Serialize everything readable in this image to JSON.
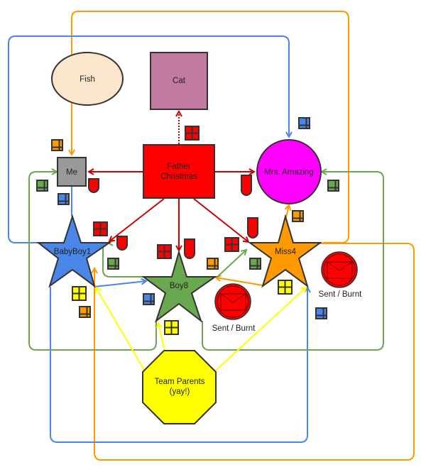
{
  "diagram": {
    "colors": {
      "red": "#cc0000",
      "blue": "#4a86e8",
      "orange": "#ff9900",
      "green": "#6aa84f",
      "yellow": "#ffff00"
    },
    "nodes": {
      "fish": {
        "label": "Fish",
        "fill": "#fce5cd"
      },
      "cat": {
        "label": "Cat",
        "fill": "#c27ba0"
      },
      "me": {
        "label": "Me",
        "fill": "#999999"
      },
      "father_christmas": {
        "label_line1": "Father",
        "label_line2": "Christmas",
        "fill": "#ff0000"
      },
      "mrs_amazing": {
        "label": "Mrs. Amazing",
        "fill": "#ff00ff"
      },
      "babyboy1": {
        "label": "BabyBoy1",
        "fill": "#4a86e8"
      },
      "boy8": {
        "label": "Boy8",
        "fill": "#6aa84f"
      },
      "miss4": {
        "label": "Miss4",
        "fill": "#ff9900"
      },
      "team_parents": {
        "label_line1": "Team Parents",
        "label_line2": "(yay!)",
        "fill": "#ffff00"
      },
      "sent_burnt_1": {
        "label": "Sent / Burnt",
        "fill": "#ff0000"
      },
      "sent_burnt_2": {
        "label": "Sent / Burnt",
        "fill": "#ff0000"
      }
    },
    "edges": [
      {
        "from": "Father Christmas",
        "to": "Cat",
        "color": "red",
        "style": "dotted"
      },
      {
        "from": "Father Christmas",
        "to": "Me",
        "color": "red"
      },
      {
        "from": "Father Christmas",
        "to": "Mrs. Amazing",
        "color": "red"
      },
      {
        "from": "Father Christmas",
        "to": "BabyBoy1",
        "color": "red"
      },
      {
        "from": "Father Christmas",
        "to": "Boy8",
        "color": "red"
      },
      {
        "from": "Father Christmas",
        "to": "Miss4",
        "color": "red"
      },
      {
        "from": "Miss4",
        "to": "Me",
        "color": "orange"
      },
      {
        "from": "Miss4",
        "to": "Mrs. Amazing",
        "color": "orange"
      },
      {
        "from": "Miss4",
        "to": "Boy8",
        "color": "orange"
      },
      {
        "from": "Miss4",
        "to": "BabyBoy1",
        "color": "orange"
      },
      {
        "from": "BabyBoy1",
        "to": "Mrs. Amazing",
        "color": "blue"
      },
      {
        "from": "BabyBoy1",
        "to": "Me",
        "color": "blue"
      },
      {
        "from": "BabyBoy1",
        "to": "Boy8",
        "color": "blue"
      },
      {
        "from": "BabyBoy1",
        "to": "Miss4",
        "color": "blue"
      },
      {
        "from": "Boy8",
        "to": "Me",
        "color": "green"
      },
      {
        "from": "Boy8",
        "to": "Mrs. Amazing",
        "color": "green"
      },
      {
        "from": "Boy8",
        "to": "BabyBoy1",
        "color": "green"
      },
      {
        "from": "Boy8",
        "to": "Miss4",
        "color": "green"
      },
      {
        "from": "Team Parents",
        "to": "BabyBoy1",
        "color": "yellow"
      },
      {
        "from": "Team Parents",
        "to": "Boy8",
        "color": "yellow"
      },
      {
        "from": "Team Parents",
        "to": "Miss4",
        "color": "yellow"
      }
    ],
    "gift_icons": [
      {
        "color": "orange",
        "kind": "partial"
      },
      {
        "color": "red",
        "kind": "full"
      },
      {
        "color": "blue",
        "kind": "partial"
      },
      {
        "color": "green",
        "kind": "partial"
      },
      {
        "color": "blue",
        "kind": "partial"
      },
      {
        "color": "green",
        "kind": "partial"
      },
      {
        "color": "red",
        "kind": "full"
      },
      {
        "color": "red",
        "kind": "full"
      },
      {
        "color": "red",
        "kind": "full"
      },
      {
        "color": "orange",
        "kind": "partial"
      },
      {
        "color": "green",
        "kind": "partial"
      },
      {
        "color": "orange",
        "kind": "partial"
      },
      {
        "color": "green",
        "kind": "partial"
      },
      {
        "color": "yellow",
        "kind": "full"
      },
      {
        "color": "orange",
        "kind": "partial"
      },
      {
        "color": "blue",
        "kind": "partial"
      },
      {
        "color": "yellow",
        "kind": "full"
      },
      {
        "color": "yellow",
        "kind": "full"
      },
      {
        "color": "blue",
        "kind": "partial"
      }
    ],
    "stocking_count": 5
  }
}
